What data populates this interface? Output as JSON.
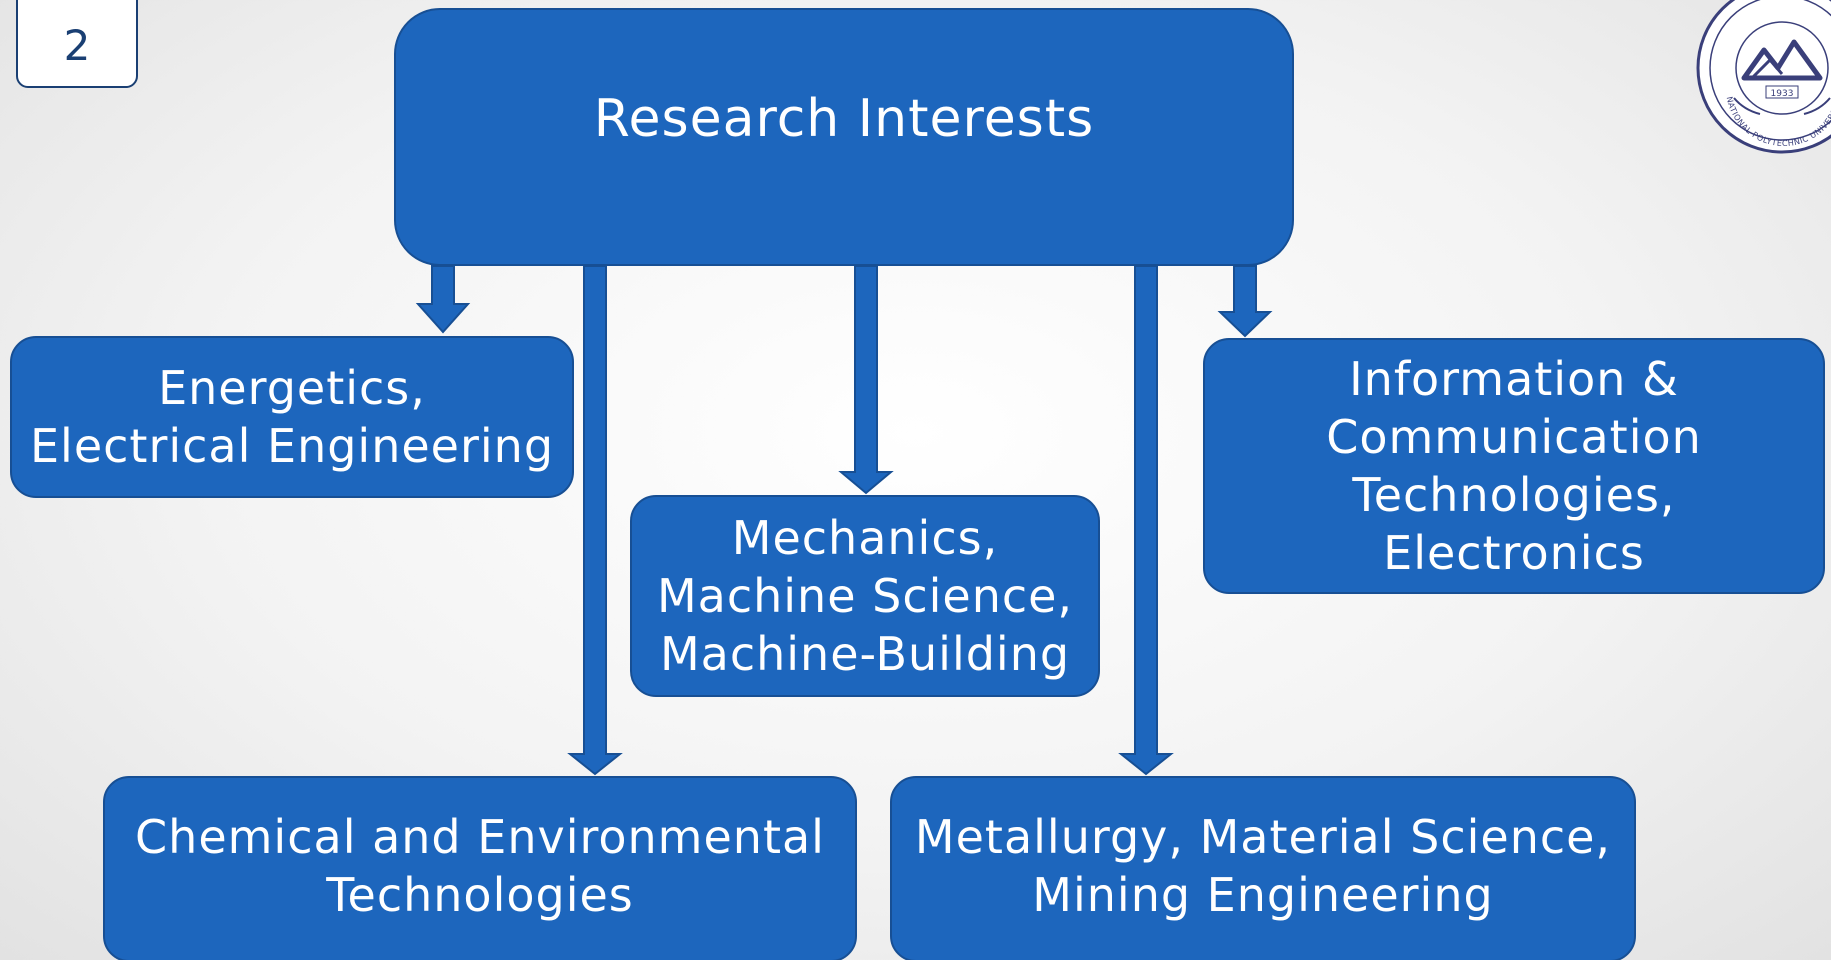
{
  "slide": {
    "number": "2"
  },
  "diagram": {
    "root": "Research Interests",
    "children": [
      {
        "id": "energy",
        "label": "Energetics,\nElectrical Engineering"
      },
      {
        "id": "ict",
        "label": "Information &\nCommunication\nTechnologies,\nElectronics"
      },
      {
        "id": "mech",
        "label": "Mechanics,\nMachine Science,\nMachine-Building"
      },
      {
        "id": "chem",
        "label": "Chemical and Environmental\nTechnologies"
      },
      {
        "id": "metal",
        "label": "Metallurgy, Material Science,\nMining Engineering"
      }
    ]
  },
  "logo": {
    "year": "1933",
    "text": "NATIONAL POLYTECHNIC UNIVERSITY"
  },
  "colors": {
    "box_fill": "#1d66bd",
    "box_border": "#174f94",
    "arrow": "#1d66bd",
    "slide_number": "#1a3f73"
  }
}
